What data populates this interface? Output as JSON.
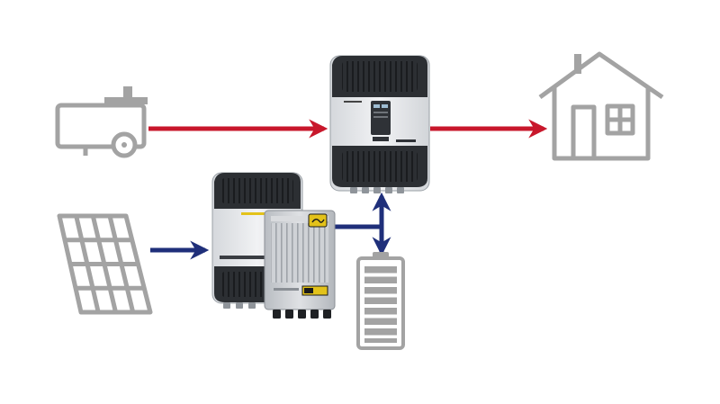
{
  "colors": {
    "ac_flow": "#c8172b",
    "dc_flow": "#1f2f7a",
    "icon_gray": "#a3a3a3",
    "device_dark": "#2c2f33",
    "device_panel": "#e6e8eb",
    "charger_body": "#c9ccd0",
    "badge_yellow": "#e3c21a"
  },
  "icons": {
    "generator": "generator-icon",
    "solar_panel": "solar-panel-icon",
    "house": "house-icon",
    "battery": "battery-icon",
    "inverter_charger": "inverter-charger-device",
    "solar_charge_controller": "solar-charge-controller-device",
    "battery_charge_controller": "battery-charge-controller-device"
  },
  "battery": {
    "bars_filled": 8,
    "bars_total": 8
  },
  "flows": [
    {
      "from": "generator",
      "to": "inverter-charger",
      "kind": "ac",
      "direction": "one-way"
    },
    {
      "from": "inverter-charger",
      "to": "house",
      "kind": "ac",
      "direction": "one-way"
    },
    {
      "from": "solar-panel",
      "to": "charge-controller",
      "kind": "dc",
      "direction": "one-way"
    },
    {
      "from": "charge-controller",
      "to": "battery",
      "kind": "dc",
      "direction": "one-way"
    },
    {
      "from": "inverter-charger",
      "to": "battery",
      "kind": "dc",
      "direction": "two-way"
    }
  ]
}
